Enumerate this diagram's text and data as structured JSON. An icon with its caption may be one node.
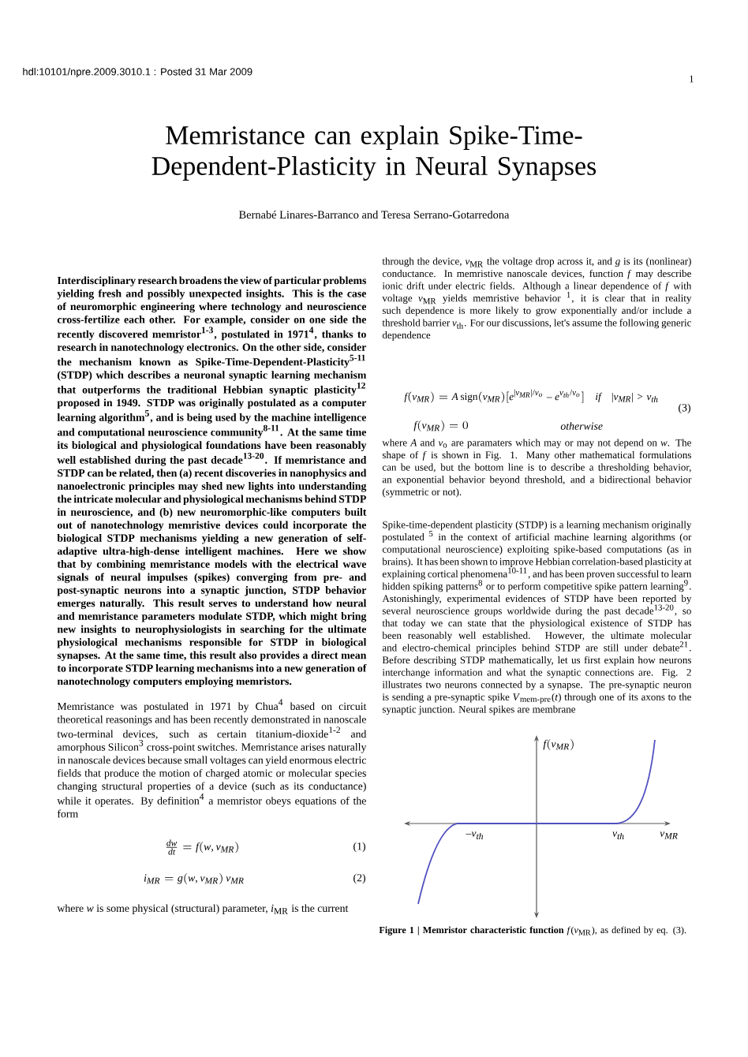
{
  "diagram": {
    "title": "Memristance can explain Spike-Time-Dependent-Plasticity in Neural Synapses",
    "caption": "**Figure 1 | Memristor characteristic function** *f*(*v*$_{MR}$), as defined by eq. (3).",
    "labels": [
      "hdl:10101/npre.2009.3010.1 : Posted 31 Mar 2009",
      "1",
      "Bernabé Linares-Barranco and Teresa Serrano-Gotarredona",
      "Interdisciplinary research broadens the view of particular problems yielding fresh and possibly unexpected insights. This is the case of neuromorphic engineering where technology and neuroscience cross-fertilize each other. For example, consider on one side the recently discovered memristor$^{1-3}$, postulated in 1971$^{4}$, thanks to research in nanotechnology electronics. On the other side, consider the mechanism known as Spike-Time-Dependent-Plasticity$^{5-11}$ (STDP) which describes a neuronal synaptic learning mechanism that outperforms the traditional Hebbian synaptic plasticity$^{12}$ proposed in 1949. STDP was originally postulated as a computer learning algorithm$^{5}$, and is being used by the machine intelligence and computational neuroscience community$^{8-11}$. At the same time its biological and physiological foundations have been reasonably well established during the past decade$^{13-20}$. If memristance and STDP can be related, then (a) recent discoveries in nanophysics and nanoelectronic principles may shed new lights into understanding the intricate molecular and physiological mechanisms behind STDP in neuroscience, and (b) new neuromorphic-like computers built out of nanotechnology memristive devices could incorporate the biological STDP mechanisms yielding a new generation of self-adaptive ultra-high-dense intelligent machines. Here we show that by combining memristance models with the electrical wave signals of neural impulses (spikes) converging from pre- and post-synaptic neurons into a synaptic junction, STDP behavior emerges naturally. This result serves to understand how neural and memristance parameters modulate STDP, which might bring new insights to neurophysiologists in searching for the ultimate physiological mechanisms responsible for STDP in biological synapses. At the same time, this result also provides a direct mean to incorporate STDP learning mechanisms into a new generation of nanotechnology computers employing memristors.",
      "Memristance was postulated in 1971 by Chua$^{4}$ based on circuit theoretical reasonings and has been recently demonstrated in nanoscale two-terminal devices, such as certain titanium-dioxide$^{1-2}$ and amorphous Silicon$^{3}$ cross-point switches. Memristance arises naturally in nanoscale devices because small voltages can yield enormous electric fields that produce the motion of charged atomic or molecular species changing structural properties of a device (such as its conductance) while it operates. By definition$^{4}$ a memristor obeys equations of the form",
      "\\frac{dw}{dt} = f(w, v_{MR})",
      "(1)",
      "i_{MR} = g(w, v_{MR})\\, v_{MR}",
      "(2)",
      "where *w* is some physical (structural) parameter, *i*$_{MR}$ is the current",
      "through the device, *v*$_{MR}$ the voltage drop across it, and *g* is its (nonlinear) conductance. In memristive nanoscale devices, function *f* may describe ionic drift under electric fields. Although a linear dependence of *f* with voltage *v*$_{MR}$ yields memristive behavior $^{1}$, it is clear that in reality such dependence is more likely to grow exponentially and/or include a threshold barrier *v*$_{th}$. For our discussions, let's assume the following generic dependence",
      "f(v_{MR}) = A\\,\\mathrm{sign}(v_{MR})[e^{|v_{MR}|/v_o} - e^{v_{th}/v_o}] \\quad \\mathit{if} \\quad |v_{MR}| > v_{th}",
      "(3)",
      "f(v_{MR}) = 0",
      "otherwise",
      "where *A* and *v*$_{o}$ are paramaters which may or may not depend on *w*. The shape of *f* is shown in Fig. 1. Many other mathematical formulations can be used, but the bottom line is to describe a thresholding behavior, an exponential behavior beyond threshold, and a bidirectional behavior (symmetric or not).",
      "Spike-time-dependent plasticity (STDP) is a learning mechanism originally postulated $^{5}$ in the context of artificial machine learning algorithms (or computational neuroscience) exploiting spike-based computations (as in brains). It has been shown to improve Hebbian correlation-based plasticity at explaining cortical phenomena$^{10-11}$, and has been proven successful to learn hidden spiking patterns$^{8}$ or to perform competitive spike pattern learning$^{9}$. Astonishingly, experimental evidences of STDP have been reported by several neuroscience groups worldwide during the past decade$^{13-20}$, so that today we can state that the physiological existence of STDP has been reasonably well established. However, the ultimate molecular and electro-chemical principles behind STDP are still under debate$^{21}$. Before describing STDP mathematically, let us first explain how neurons interchange information and what the synaptic connections are. Fig. 2 illustrates two neurons connected by a synapse. The pre-synaptic neuron is sending a pre-synaptic spike *V*$_{mem-pre}$(*t*) through one of its axons to the synaptic junction. Neural spikes are membrane",
      "f(v_{MR})",
      "-v_{th}",
      "v_{th}",
      "v_{MR}"
    ]
  }
}
